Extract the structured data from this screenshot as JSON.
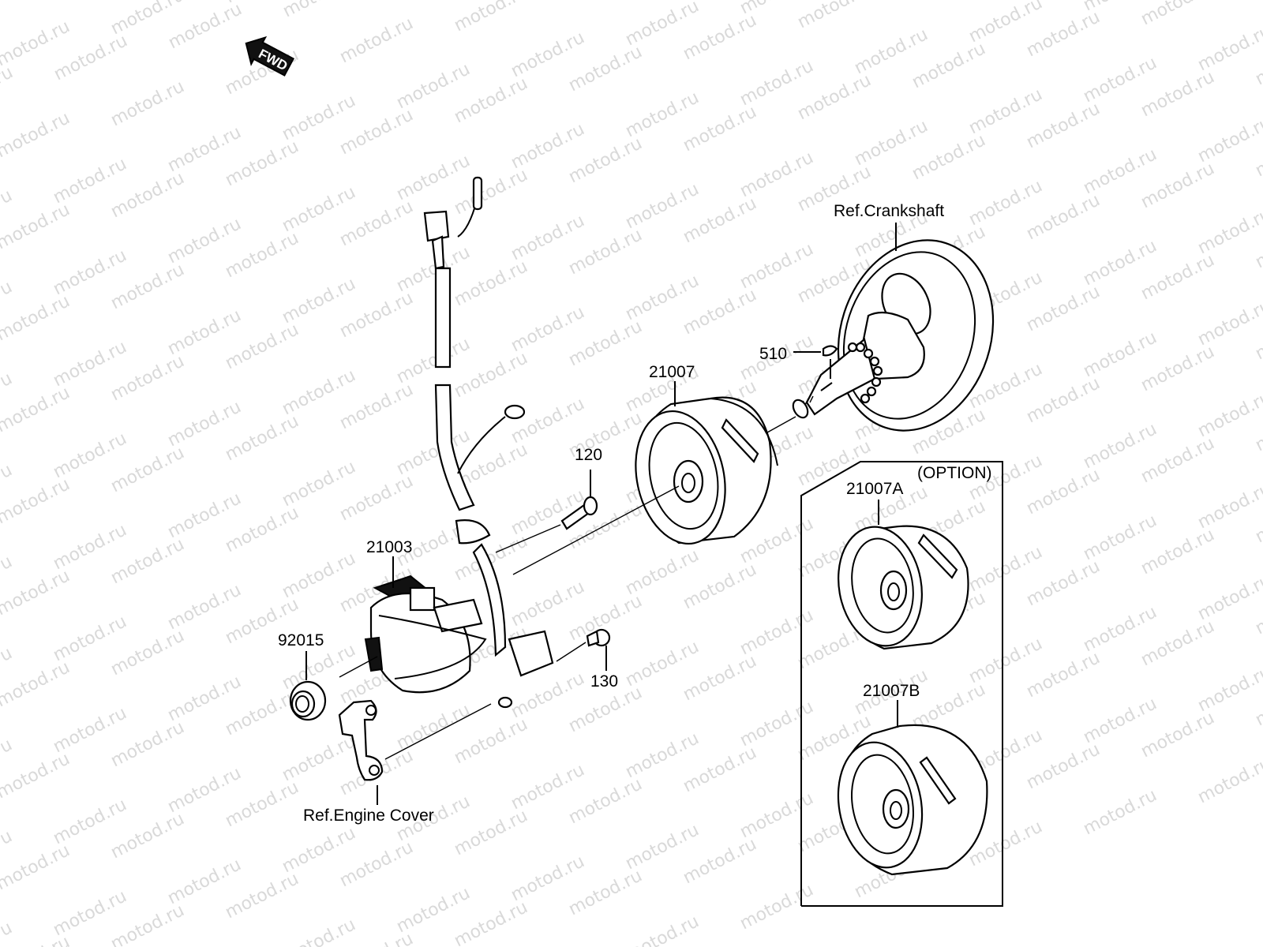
{
  "diagram": {
    "title": "Generator",
    "watermark": "motod.ru",
    "direction_badge": "FWD",
    "colors": {
      "line": "#000000",
      "watermark": "#d9d9d9",
      "background": "#ffffff"
    },
    "labels": {
      "ref_crankshaft": "Ref.Crankshaft",
      "key_510": "510",
      "rotor_21007": "21007",
      "bolt_120": "120",
      "stator_21003": "21003",
      "nut_92015": "92015",
      "bolt_130": "130",
      "ref_engine_cover": "Ref.Engine Cover",
      "option_title": "(OPTION)",
      "rotor_21007A": "21007A",
      "rotor_21007B": "21007B"
    },
    "parts": [
      {
        "number": "21003",
        "description": "stator assembly with wiring harness"
      },
      {
        "number": "21007",
        "description": "flywheel rotor"
      },
      {
        "number": "21007A",
        "description": "flywheel rotor (option)"
      },
      {
        "number": "21007B",
        "description": "flywheel rotor (option)"
      },
      {
        "number": "92015",
        "description": "nut"
      },
      {
        "number": "120",
        "description": "bolt"
      },
      {
        "number": "130",
        "description": "bolt"
      },
      {
        "number": "510",
        "description": "woodruff key"
      }
    ]
  }
}
